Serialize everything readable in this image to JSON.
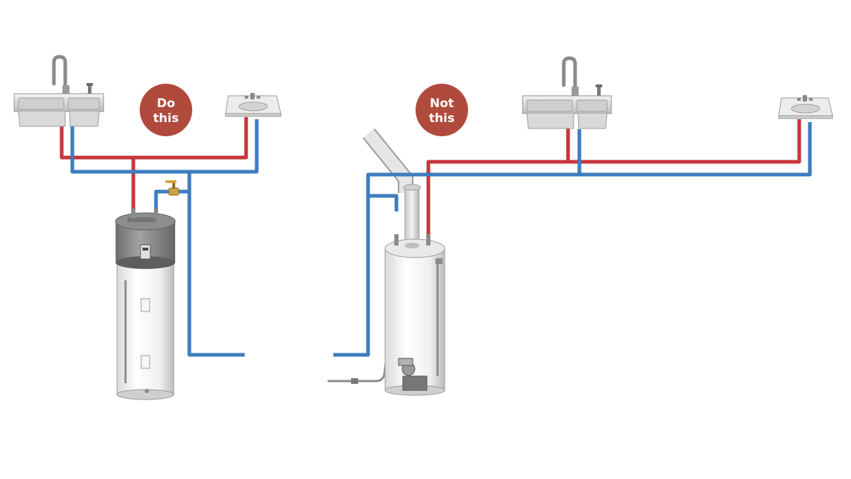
{
  "badges": {
    "good": {
      "line1": "Do",
      "line2": "this"
    },
    "bad": {
      "line1": "Not",
      "line2": "this"
    }
  },
  "colors": {
    "hot_pipe": "#d0343a",
    "cold_pipe": "#3d7fc4",
    "badge_fill": "#b04a3c",
    "background": "#ffffff"
  },
  "icons": {
    "kitchen_sink": "double-basin-sink-icon",
    "bath_sink": "vanity-sink-icon",
    "heat_pump_heater": "heat-pump-water-heater-icon",
    "gas_heater": "gas-water-heater-icon",
    "valve": "valve-icon",
    "flue": "flue-pipe-icon"
  }
}
